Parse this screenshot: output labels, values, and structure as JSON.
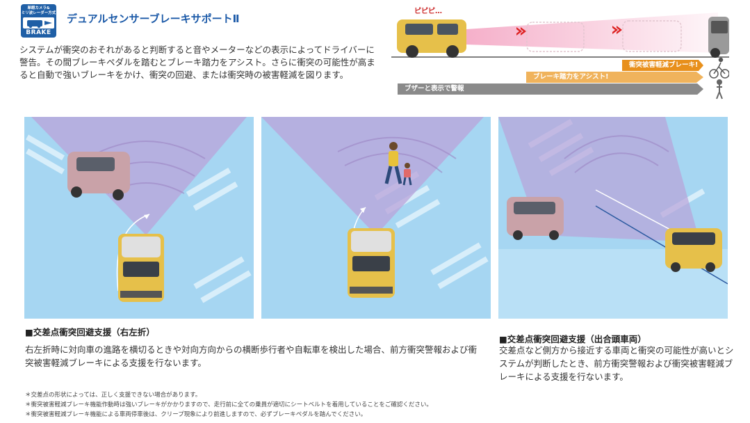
{
  "logo": {
    "line1": "単眼カメラ&",
    "line2": "ミリ波レーダー方式",
    "label": "BRAKE"
  },
  "title": "デュアルセンサーブレーキサポートⅡ",
  "intro": "システムが衝突のおそれがあると判断すると音やメーターなどの表示によってドライバーに警告。その間ブレーキペダルを踏むとブレーキ踏力をアシスト。さらに衝突の可能性が高まると自動で強いブレーキをかけ、衝突の回避、または衝突時の被害軽減を図ります。",
  "top_diagram": {
    "beep": "ピピピ…",
    "bars": [
      "衝突被害軽減ブレーキ!",
      "ブレーキ踏力をアシスト!",
      "ブザーと表示で警報"
    ]
  },
  "sections": [
    {
      "heading": "■交差点衝突回避支援（右左折）",
      "body": "右左折時に対向車の進路を横切るときや対向方向からの横断歩行者や自転車を検出した場合、前方衝突警報および衝突被害軽減ブレーキによる支援を行ないます。"
    },
    {
      "heading": "■交差点衝突回避支援（出合頭車両）",
      "body": "交差点など側方から接近する車両と衝突の可能性が高いとシステムが判断したとき、前方衝突警報および衝突被害軽減ブレーキによる支援を行ないます。"
    }
  ],
  "notes": [
    "＊交差点の形状によっては、正しく支援できない場合があります。",
    "＊衝突被害軽減ブレーキ機能作動時は強いブレーキがかかりますので、走行前に全ての乗員が適切にシートベルトを着用していることをご確認ください。",
    "＊衝突被害軽減ブレーキ機能による車両停車後は、クリープ現象により前進しますので、必ずブレーキペダルを踏んでください。"
  ],
  "colors": {
    "title_blue": "#1c5aa8",
    "logo_blue": "#1f5fa6",
    "road_blue": "#a6d6f2",
    "sensor_purple": "#b9a3d9",
    "orange": "#e8901c",
    "light_orange": "#f0b35c",
    "gray": "#8a8a8a",
    "car_yellow": "#e6c04a",
    "car_pink": "#c9a2a8"
  }
}
